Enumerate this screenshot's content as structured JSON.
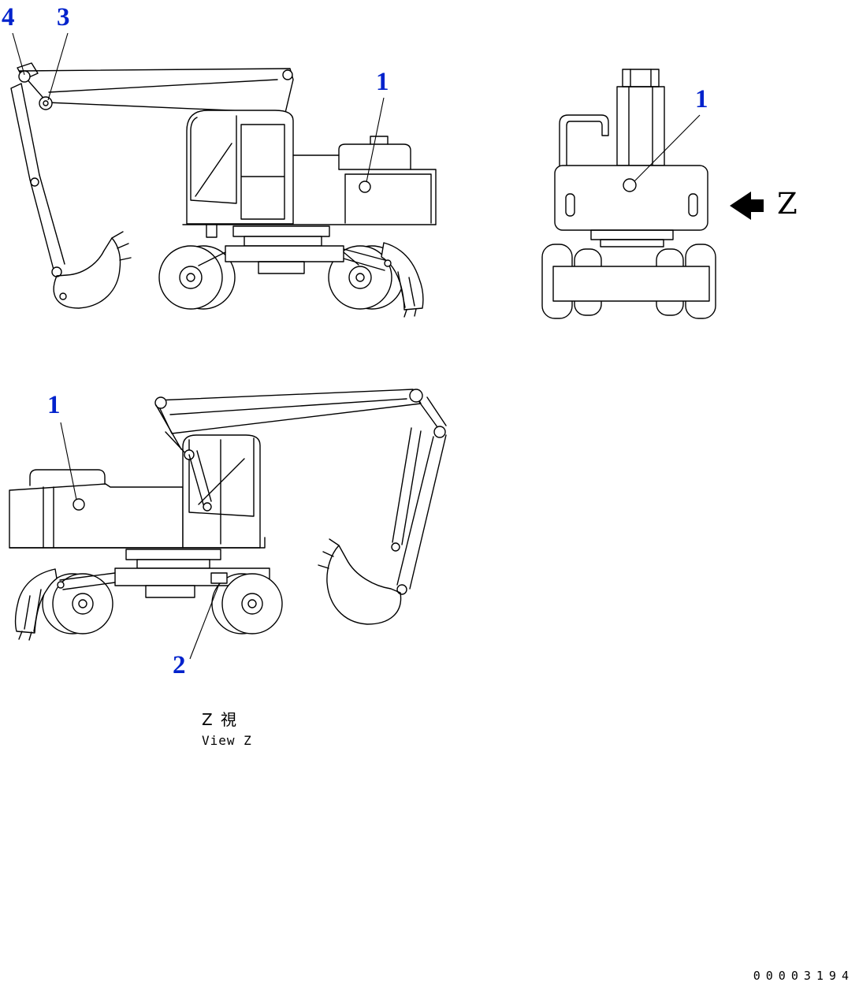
{
  "document": {
    "colors": {
      "background": "#ffffff",
      "line": "#000000",
      "callout": "#0022cc"
    }
  },
  "callouts": [
    {
      "label": "4"
    },
    {
      "label": "3"
    },
    {
      "label": "1"
    },
    {
      "label": "1"
    },
    {
      "label": "1"
    },
    {
      "label": "2"
    }
  ],
  "view_arrow": {
    "label": "Z"
  },
  "caption": {
    "jp": "Z   視",
    "en": "View Z"
  },
  "drawing_number": "00003194"
}
